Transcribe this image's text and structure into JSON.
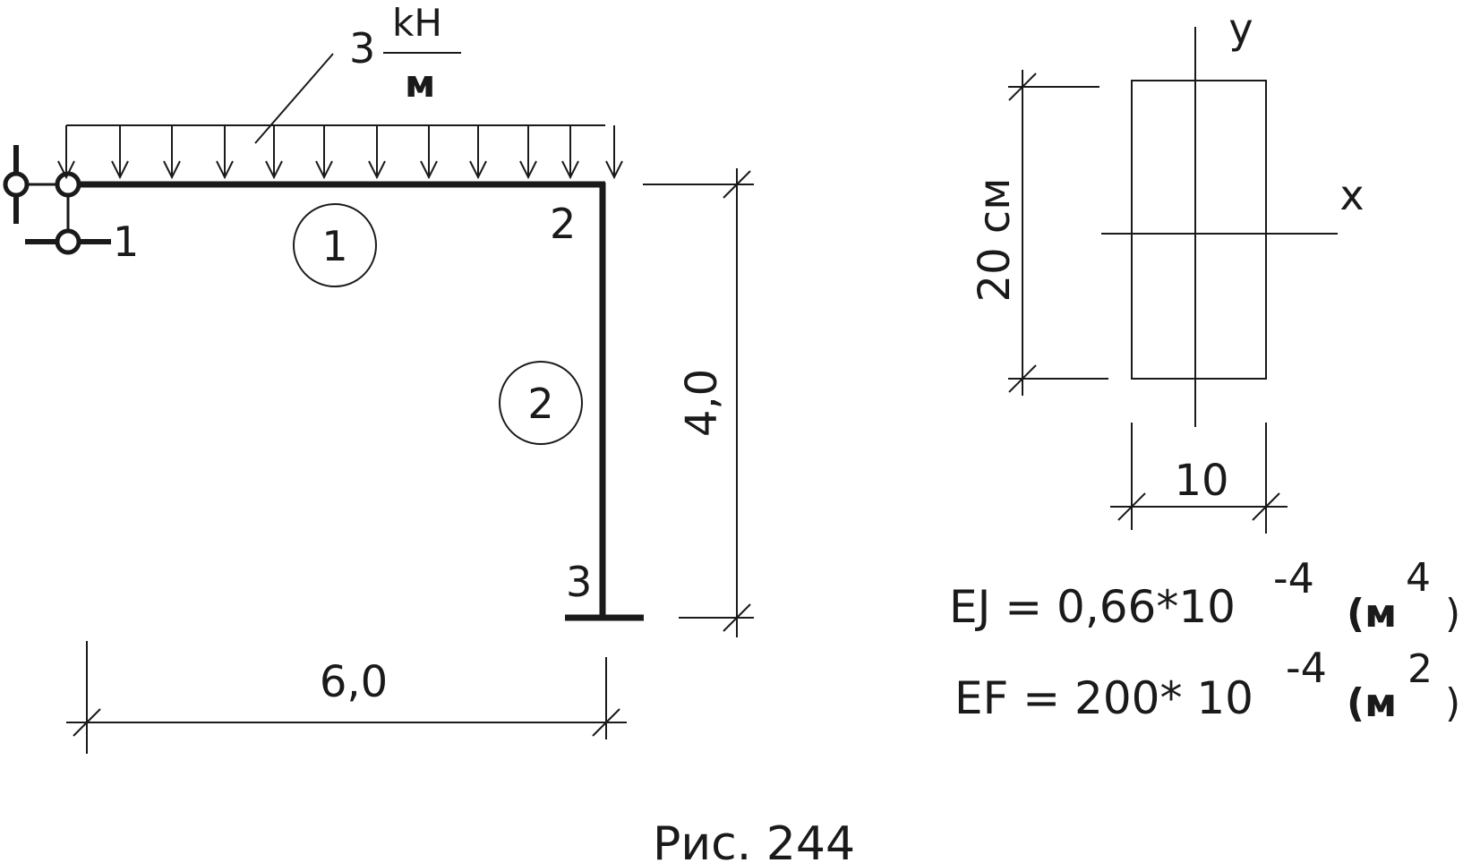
{
  "load": {
    "value": "3",
    "unit_top": "kH",
    "unit_bottom": "м"
  },
  "nodes": {
    "n1": "1",
    "n2": "2",
    "n3": "3"
  },
  "elements": {
    "e1": "1",
    "e2": "2"
  },
  "dimensions": {
    "height": "4,0",
    "width": "6,0"
  },
  "section": {
    "height_label": "20 см",
    "width_label": "10",
    "axis_x": "x",
    "axis_y": "y"
  },
  "formulas": {
    "ej_main": "EJ = 0,66*10",
    "ej_exp": "-4",
    "ej_unit_open": "(м",
    "ej_unit_exp": "4",
    "ej_unit_close": ")",
    "ef_main": "EF = 200* 10",
    "ef_exp": "-4",
    "ef_unit_open": "(м",
    "ef_unit_exp": "2",
    "ef_unit_close": ")"
  },
  "caption": "Рис. 244",
  "colors": {
    "ink": "#1a1a1a",
    "background": "#ffffff"
  }
}
